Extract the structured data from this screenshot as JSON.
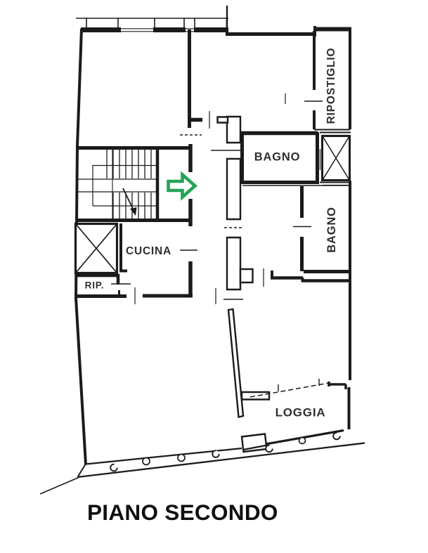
{
  "title": "PIANO SECONDO",
  "floor_plan": {
    "rooms": {
      "ripostiglio": "RIPOSTIGLIO",
      "bagno_top": "BAGNO",
      "bagno_right": "BAGNO",
      "cucina": "CUCINA",
      "rip": "RIP.",
      "loggia": "LOGGIA"
    },
    "annotations": {
      "entrance_arrow_direction": "right"
    },
    "colors": {
      "walls": "#1b1b1b",
      "labels": "#2e2e2e",
      "title": "#0f0f0f",
      "arrow": "#23a455",
      "background": "#ffffff"
    }
  }
}
